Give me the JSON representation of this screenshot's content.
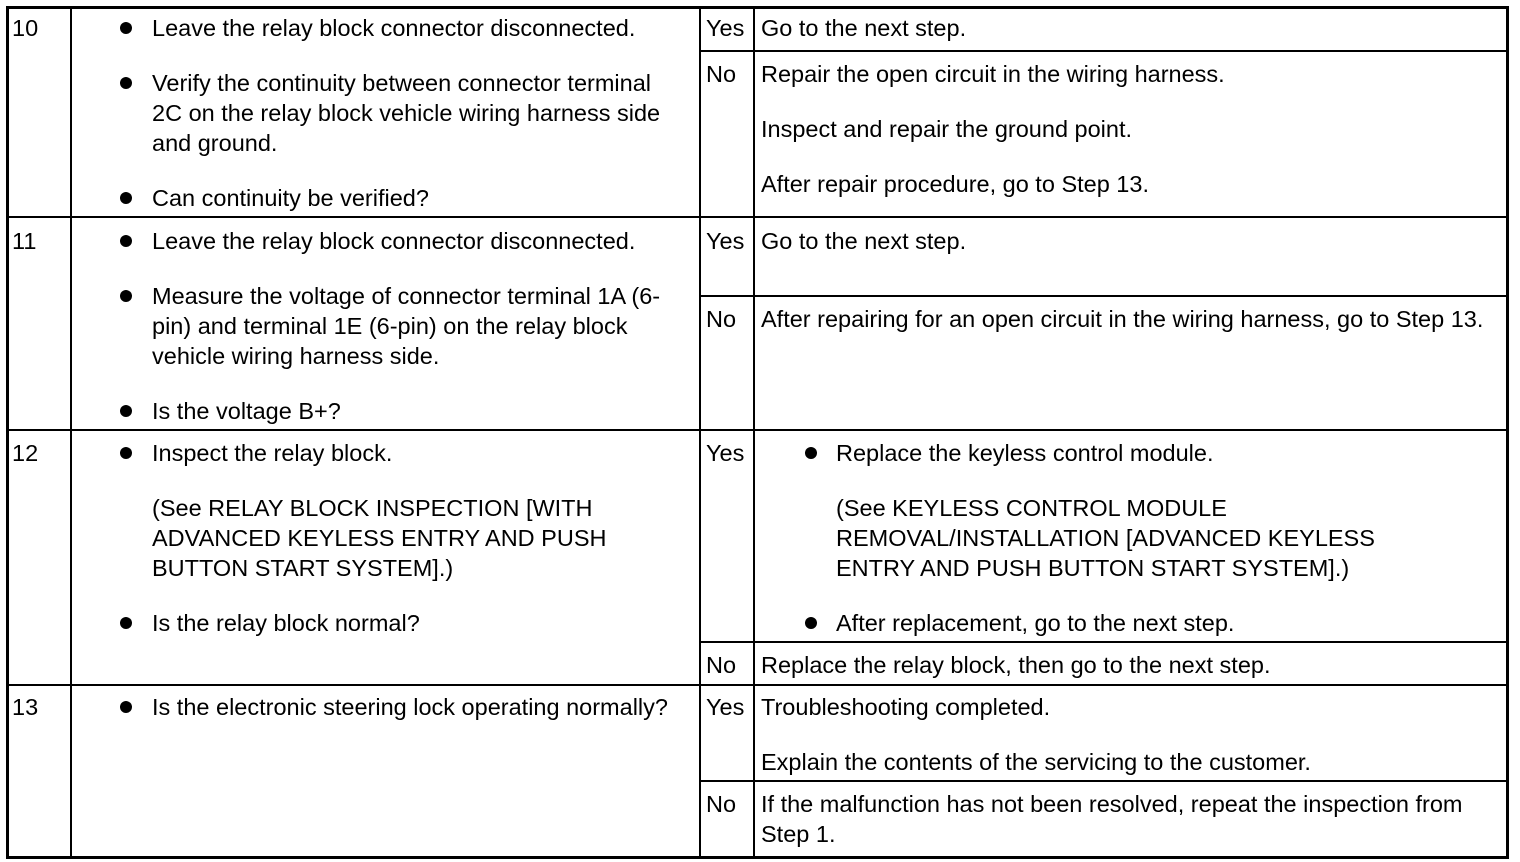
{
  "steps": [
    {
      "number": "10",
      "actions": [
        "Leave the relay block connector disconnected.",
        "Verify the continuity between connector terminal 2C on the relay block vehicle wiring harness side and ground.",
        "Can continuity be verified?"
      ],
      "results": [
        {
          "label": "Yes",
          "lines": [
            "Go to the next step."
          ]
        },
        {
          "label": "No",
          "lines": [
            "Repair the open circuit in the wiring harness.",
            "Inspect and repair the ground point.",
            "After repair procedure, go to Step 13."
          ]
        }
      ]
    },
    {
      "number": "11",
      "actions": [
        "Leave the relay block connector disconnected.",
        "Measure the voltage of connector terminal 1A (6-pin) and terminal 1E (6-pin) on the relay block vehicle wiring harness side.",
        "Is the voltage B+?"
      ],
      "results": [
        {
          "label": "Yes",
          "lines": [
            "Go to the next step."
          ]
        },
        {
          "label": "No",
          "lines": [
            "After repairing for an open circuit in the wiring harness, go to Step 13."
          ]
        }
      ]
    },
    {
      "number": "12",
      "actions": [
        "Inspect the relay block.",
        "(See RELAY BLOCK INSPECTION [WITH ADVANCED KEYLESS ENTRY AND PUSH BUTTON START SYSTEM].)",
        "Is the relay block normal?"
      ],
      "results": [
        {
          "label": "Yes",
          "lines": [
            "Replace the keyless control module.",
            "(See KEYLESS CONTROL MODULE REMOVAL/INSTALLATION [ADVANCED KEYLESS ENTRY AND PUSH BUTTON START SYSTEM].)",
            "After replacement, go to the next step."
          ]
        },
        {
          "label": "No",
          "lines": [
            "Replace the relay block, then go to the next step."
          ]
        }
      ]
    },
    {
      "number": "13",
      "actions": [
        "Is the electronic steering lock operating normally?"
      ],
      "results": [
        {
          "label": "Yes",
          "lines": [
            "Troubleshooting completed.",
            "Explain the contents of the servicing to the customer."
          ]
        },
        {
          "label": "No",
          "lines": [
            "If the malfunction has not been resolved, repeat the inspection from Step 1."
          ]
        }
      ]
    }
  ]
}
